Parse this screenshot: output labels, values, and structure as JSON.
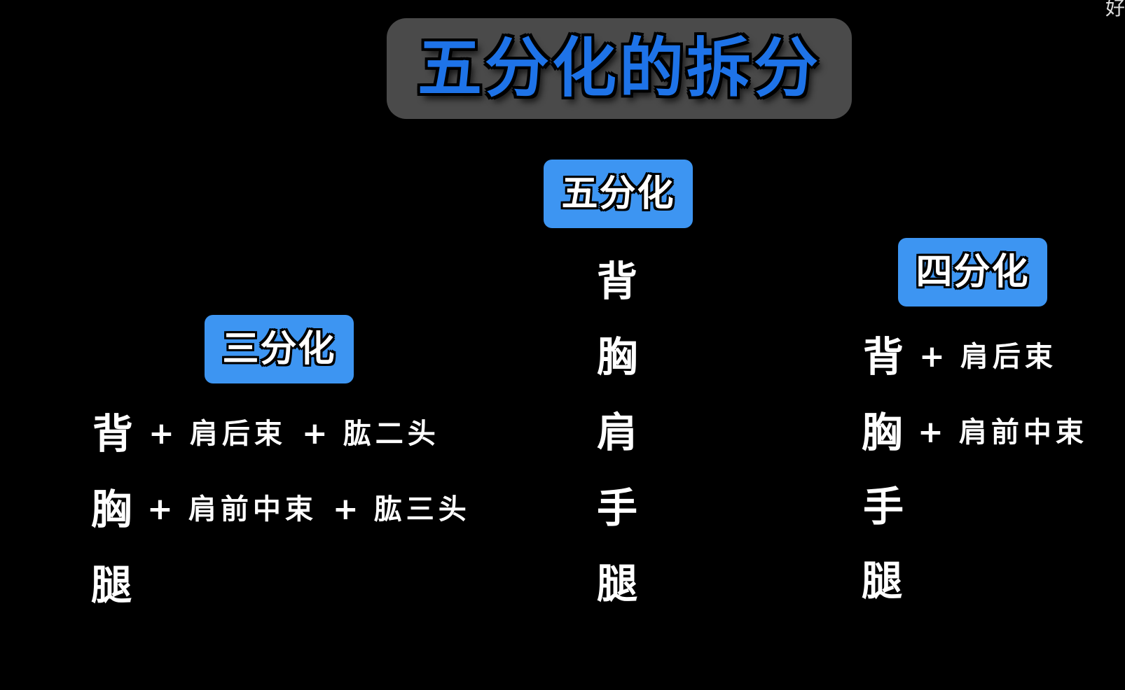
{
  "title": "五分化的拆分",
  "corner_mark": "好",
  "three_split": {
    "badge": "三分化",
    "rows": [
      {
        "main": "背",
        "parts": [
          "肩后束",
          "肱二头"
        ]
      },
      {
        "main": "胸",
        "parts": [
          "肩前中束",
          "肱三头"
        ]
      },
      {
        "main": "腿",
        "parts": []
      }
    ]
  },
  "five_split": {
    "badge": "五分化",
    "items": [
      "背",
      "胸",
      "肩",
      "手",
      "腿"
    ]
  },
  "four_split": {
    "badge": "四分化",
    "rows": [
      {
        "main": "背",
        "parts": [
          "肩后束"
        ]
      },
      {
        "main": "胸",
        "parts": [
          "肩前中束"
        ]
      },
      {
        "main": "手",
        "parts": []
      },
      {
        "main": "腿",
        "parts": []
      }
    ]
  },
  "plus_symbol": "+",
  "colors": {
    "background": "#000000",
    "title_box": "#4a4a4a",
    "title_text": "#1e73e8",
    "badge": "#3d95f2",
    "text": "#ffffff"
  }
}
